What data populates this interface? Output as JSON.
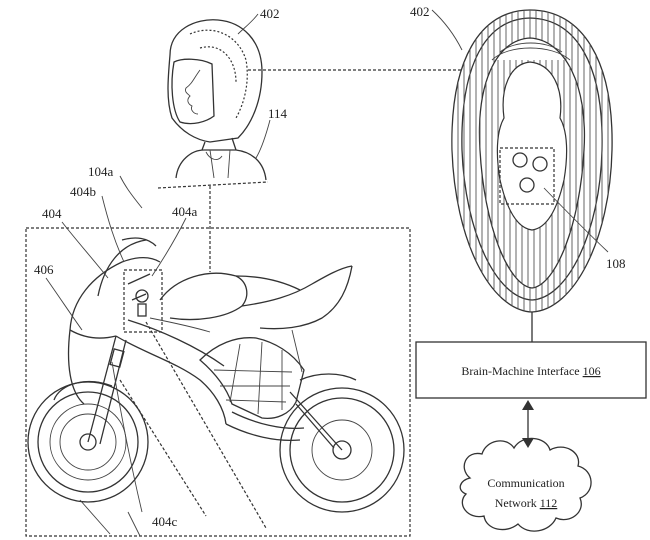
{
  "labels": {
    "helmet_front": "402",
    "helmet_top": "402",
    "rider": "114",
    "bike_group": "104a",
    "sensor_b": "404b",
    "sensor_a": "404a",
    "sensor": "404",
    "frame": "406",
    "sensor_c": "404c",
    "electrodes": "108"
  },
  "boxes": {
    "bmi_label": "Brain-Machine Interface ",
    "bmi_ref": "106",
    "network_line1": "Communication",
    "network_line2": "Network ",
    "network_ref": "112"
  }
}
